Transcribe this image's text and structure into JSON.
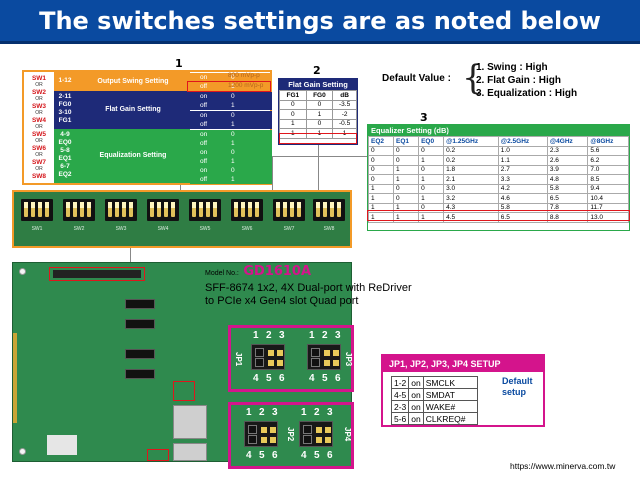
{
  "banner": {
    "title": "The switches settings are as noted below"
  },
  "section_numbers": {
    "one": "1",
    "two": "2",
    "three": "3"
  },
  "table1": {
    "switch_labels": [
      {
        "name": "SW1",
        "or": "OR"
      },
      {
        "name": "SW2",
        "or": "OR"
      },
      {
        "name": "SW3",
        "or": "OR"
      },
      {
        "name": "SW4",
        "or": "OR"
      },
      {
        "name": "SW5",
        "or": "OR"
      },
      {
        "name": "SW6",
        "or": "OR"
      },
      {
        "name": "SW7",
        "or": "OR"
      },
      {
        "name": "SW8",
        "or": ""
      }
    ],
    "groups": [
      {
        "fn": "1-12",
        "desc": "Output Swing Setting"
      },
      {
        "fn1": "2-11",
        "fn2": "FG0",
        "fn3": "3-10",
        "fn4": "FG1",
        "desc": "Flat Gain Setting"
      },
      {
        "fn1": "4-9",
        "fn2": "EQ0",
        "fn3": "5-8",
        "fn4": "EQ1",
        "fn5": "6-7",
        "fn6": "EQ2",
        "desc": "Equalization Setting"
      }
    ],
    "rows": [
      {
        "state": "on",
        "val": "0"
      },
      {
        "state": "off",
        "val": "1"
      },
      {
        "state": "on",
        "val": "0"
      },
      {
        "state": "off",
        "val": "1"
      },
      {
        "state": "on",
        "val": "0"
      },
      {
        "state": "off",
        "val": "1"
      },
      {
        "state": "on",
        "val": "0"
      },
      {
        "state": "off",
        "val": "1"
      },
      {
        "state": "on",
        "val": "0"
      },
      {
        "state": "off",
        "val": "1"
      },
      {
        "state": "on",
        "val": "0"
      },
      {
        "state": "off",
        "val": "1"
      }
    ],
    "swing_values": [
      "800 mVp-p",
      "1200 mVp-p"
    ]
  },
  "table2": {
    "title": "Flat Gain Setting",
    "headers": [
      "FG1",
      "FG0",
      "dB"
    ],
    "rows": [
      [
        "0",
        "0",
        "-3.5"
      ],
      [
        "0",
        "1",
        "-2"
      ],
      [
        "1",
        "0",
        "-0.5"
      ],
      [
        "1",
        "1",
        "1"
      ]
    ]
  },
  "default_value": {
    "label": "Default Value :",
    "items": [
      "1. Swing : High",
      "2. Flat Gain : High",
      "3. Equalization : High"
    ]
  },
  "table3": {
    "title": "Equalizer Setting (dB)",
    "headers": [
      "EQ2",
      "EQ1",
      "EQ0",
      "@1.25GHz",
      "@2.5GHz",
      "@4GHz",
      "@8GHz"
    ],
    "rows": [
      [
        "0",
        "0",
        "0",
        "0.2",
        "1.0",
        "2.3",
        "5.6"
      ],
      [
        "0",
        "0",
        "1",
        "0.2",
        "1.1",
        "2.6",
        "6.2"
      ],
      [
        "0",
        "1",
        "0",
        "1.8",
        "2.7",
        "3.9",
        "7.0"
      ],
      [
        "0",
        "1",
        "1",
        "2.1",
        "3.3",
        "4.8",
        "8.5"
      ],
      [
        "1",
        "0",
        "0",
        "3.0",
        "4.2",
        "5.8",
        "9.4"
      ],
      [
        "1",
        "0",
        "1",
        "3.2",
        "4.6",
        "6.5",
        "10.4"
      ],
      [
        "1",
        "1",
        "0",
        "4.3",
        "5.8",
        "7.8",
        "11.7"
      ],
      [
        "1",
        "1",
        "1",
        "4.5",
        "6.5",
        "8.8",
        "13.0"
      ]
    ]
  },
  "dip_switches": [
    "SW1",
    "SW2",
    "SW3",
    "SW4",
    "SW5",
    "SW6",
    "SW7",
    "SW8"
  ],
  "model": {
    "label": "Model No.:",
    "code": "GD1610A",
    "desc1": "SFF-8674 1x2, 4X Dual-port with ReDriver",
    "desc2": "to PCIe x4 Gen4 slot Quad port"
  },
  "jumpers_top": {
    "left_label": "JP1",
    "right_label": "JP3",
    "pins_top": [
      "1",
      "2",
      "3"
    ],
    "pins_bottom": [
      "4",
      "5",
      "6"
    ]
  },
  "jumpers_bottom": {
    "left_label": "JP2",
    "right_label": "JP4",
    "pins_top": [
      "1",
      "2",
      "3"
    ],
    "pins_bottom": [
      "4",
      "5",
      "6"
    ]
  },
  "jp_setup": {
    "title": "JP1, JP2, JP3, JP4 SETUP",
    "rows": [
      [
        "1-2",
        "on",
        "SMCLK"
      ],
      [
        "4-5",
        "on",
        "SMDAT"
      ],
      [
        "2-3",
        "on",
        "WAKE#"
      ],
      [
        "5-6",
        "on",
        "CLKREQ#"
      ]
    ],
    "default_label": "Default setup"
  },
  "footer": {
    "url": "https://www.minerva.com.tw"
  },
  "colors": {
    "banner": "#0a4aa0",
    "orange": "#f39a28",
    "navy": "#1e2a78",
    "green": "#2aa84a",
    "magenta": "#d4148c",
    "red": "#e0161c"
  }
}
